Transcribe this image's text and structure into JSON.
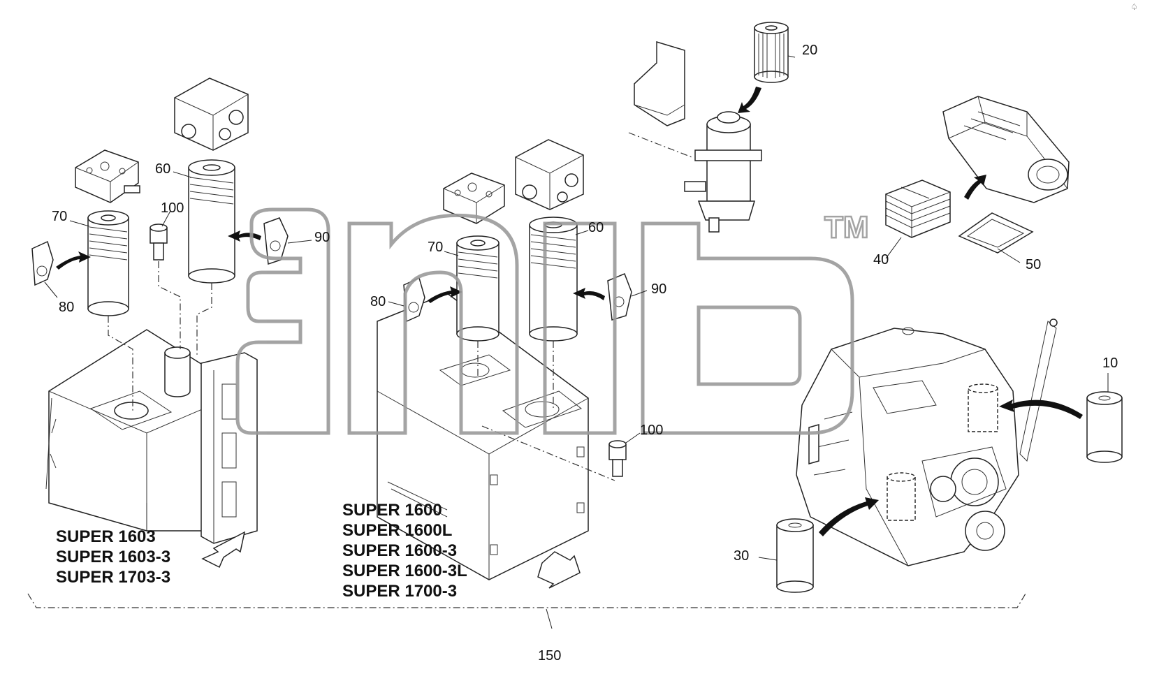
{
  "corner_mark": "♤",
  "callouts": {
    "p10": "10",
    "p20": "20",
    "p30": "30",
    "p40": "40",
    "p50": "50",
    "p60_left": "60",
    "p60_right": "60",
    "p70_left": "70",
    "p70_right": "70",
    "p80_left": "80",
    "p80_right": "80",
    "p90_left": "90",
    "p90_right": "90",
    "p100_left": "100",
    "p100_right": "100",
    "p150": "150"
  },
  "models_left": [
    "SUPER 1603",
    "SUPER 1603-3",
    "SUPER 1703-3"
  ],
  "models_center": [
    "SUPER 1600",
    "SUPER 1600L",
    "SUPER 1600-3",
    "SUPER 1600-3L",
    "SUPER 1700-3"
  ],
  "watermark": {
    "trademark": "TM"
  },
  "colors": {
    "line": "#222222",
    "watermark": "#9a9a9a",
    "background": "#ffffff"
  }
}
